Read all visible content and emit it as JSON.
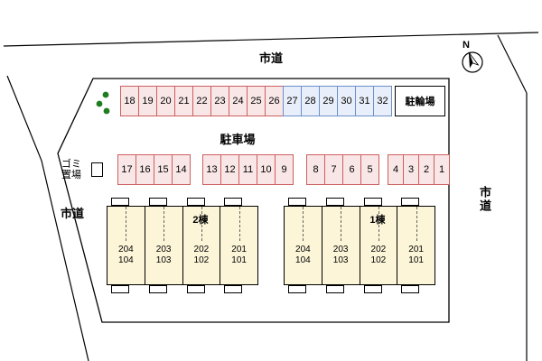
{
  "labels": {
    "road_top": "市道",
    "road_left": "市道",
    "road_right": "市道",
    "parking_lot": "駐車場",
    "bicycle_parking": "駐輪場",
    "garbage_storage": "ゴミ置場",
    "north": "N"
  },
  "parking": {
    "row1": [
      "18",
      "19",
      "20",
      "21",
      "22",
      "23",
      "24",
      "25",
      "26",
      "27",
      "28",
      "29",
      "30",
      "31",
      "32"
    ],
    "row2a": [
      "17",
      "16",
      "15",
      "14"
    ],
    "row2b": [
      "13",
      "12",
      "11",
      "10",
      "9"
    ],
    "row2c": [
      "8",
      "7",
      "6",
      "5"
    ],
    "row2d": [
      "4",
      "3",
      "2",
      "1"
    ]
  },
  "buildings": {
    "b2": {
      "name": "2棟",
      "units": [
        {
          "upper": "204",
          "lower": "104"
        },
        {
          "upper": "203",
          "lower": "103"
        },
        {
          "upper": "202",
          "lower": "102"
        },
        {
          "upper": "201",
          "lower": "101"
        }
      ]
    },
    "b1": {
      "name": "1棟",
      "units": [
        {
          "upper": "204",
          "lower": "104"
        },
        {
          "upper": "203",
          "lower": "103"
        },
        {
          "upper": "202",
          "lower": "102"
        },
        {
          "upper": "201",
          "lower": "101"
        }
      ]
    }
  },
  "colors": {
    "parking_pink_border": "#cc5f5f",
    "parking_pink_fill": "#f9e7e7",
    "parking_blue_border": "#6b8fc9",
    "parking_blue_fill": "#e9effa",
    "building_fill": "#fcf5d8",
    "tree_green": "#1e7d1e"
  }
}
